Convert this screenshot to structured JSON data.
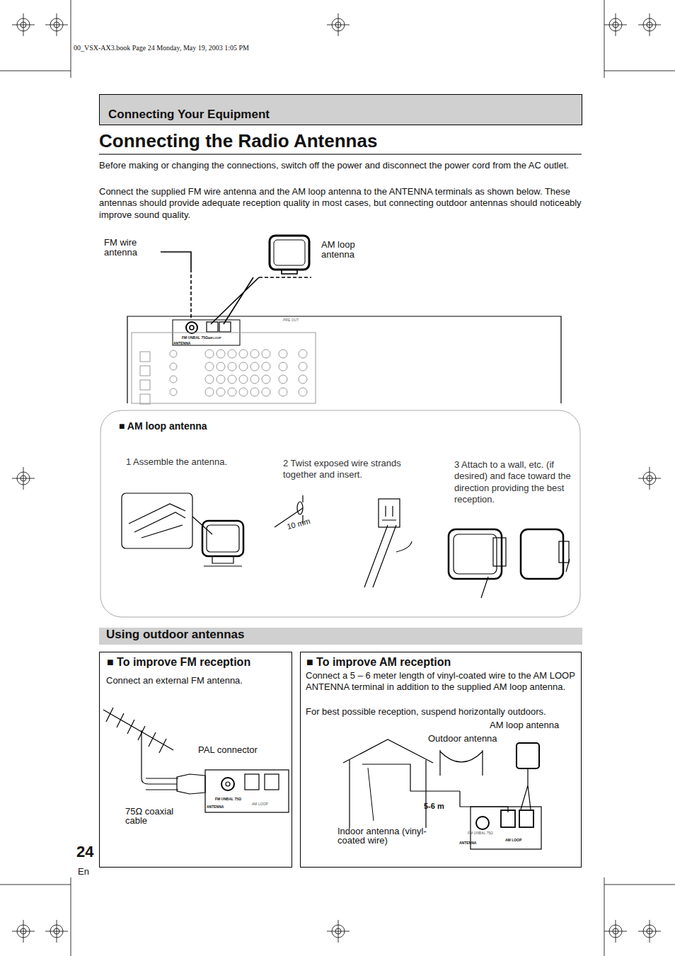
{
  "diagram": {
    "title": "Connecting the Radio Antennas",
    "nodes": [
      {
        "text": [
          "Connecting Your Equipment"
        ]
      },
      {
        "text": [
          "■ AM loop antenna",
          "1 Assemble the antenna.",
          "2 Twist exposed wire strands together and insert.",
          "3 Attach to a wall, etc. (if desired) and face toward the direction providing the best reception."
        ]
      },
      {
        "text": [
          "Using outdoor antennas"
        ]
      },
      {
        "text": [
          "■ To improve FM reception",
          "Connect an external FM antenna."
        ]
      },
      {
        "text": [
          "■ To improve AM reception",
          "Connect a 5 – 6 meter length of vinyl-coated wire to the AM LOOP ANTENNA terminal in addition to the supplied AM loop antenna.",
          "For best possible reception, suspend horizontally outdoors."
        ]
      }
    ],
    "labels": [
      "00_VSX-AX3.book Page 24 Monday, May 19, 2003 1:05 PM",
      "Before making or changing the connections, switch off the power and disconnect the power cord from the AC outlet.",
      "Connect the supplied FM wire antenna and the AM loop antenna to the ANTENNA terminals as shown below. These antennas should provide adequate reception quality in most cases, but connecting outdoor antennas should noticeably improve sound quality.",
      "FM wire antenna",
      "AM loop antenna",
      "FM UNBAL 75Ω",
      "AM LOOP",
      "ANTENNA",
      "PRE OUT",
      "10 mm",
      "PAL connector",
      "75Ω coaxial cable",
      "FM UNBAL 75Ω",
      "AM LOOP",
      "ANTENNA",
      "AM loop antenna",
      "Outdoor antenna",
      "5-6 m",
      "Indoor antenna (vinyl-coated wire)",
      "FM UNBAL 75Ω",
      "AM LOOP",
      "ANTENNA",
      "24",
      "En"
    ]
  }
}
